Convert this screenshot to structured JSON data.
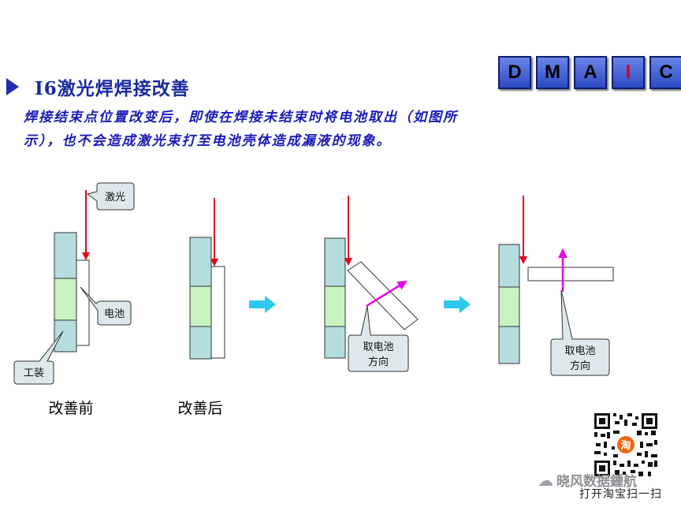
{
  "title": "I6激光焊焊接改善",
  "dmaic": {
    "letters": [
      "D",
      "M",
      "A",
      "I",
      "C"
    ],
    "active_index": 3,
    "box_color": "#3a55cc",
    "active_color": "#d8001a"
  },
  "description": {
    "line1": "焊接结束点位置改变后，即使在焊接未结束时将电池取出（如图所",
    "line2": "示），也不会造成激光束打至电池壳体造成漏液的现象。"
  },
  "diagram": {
    "callouts": {
      "laser": "激光",
      "battery": "电池",
      "fixture": "工装",
      "direction_1": "取电池",
      "direction_1b": "方向",
      "direction_2": "取电池",
      "direction_2b": "方向"
    },
    "captions": {
      "before": "改善前",
      "after": "改善后"
    },
    "colors": {
      "laser": "#e8001c",
      "pull_direction": "#e800e8",
      "fixture": "#b4dde0",
      "fixture_mid": "#c8f2c0",
      "step_arrow": "#2ec8ee",
      "callout_fill": "#dde8ec"
    }
  },
  "watermark": {
    "name": "晓风数据鍾航",
    "sub": "打开淘宝扫一扫",
    "icons": [
      "wechat-icon",
      "qr-code-icon",
      "taobao-icon"
    ]
  }
}
